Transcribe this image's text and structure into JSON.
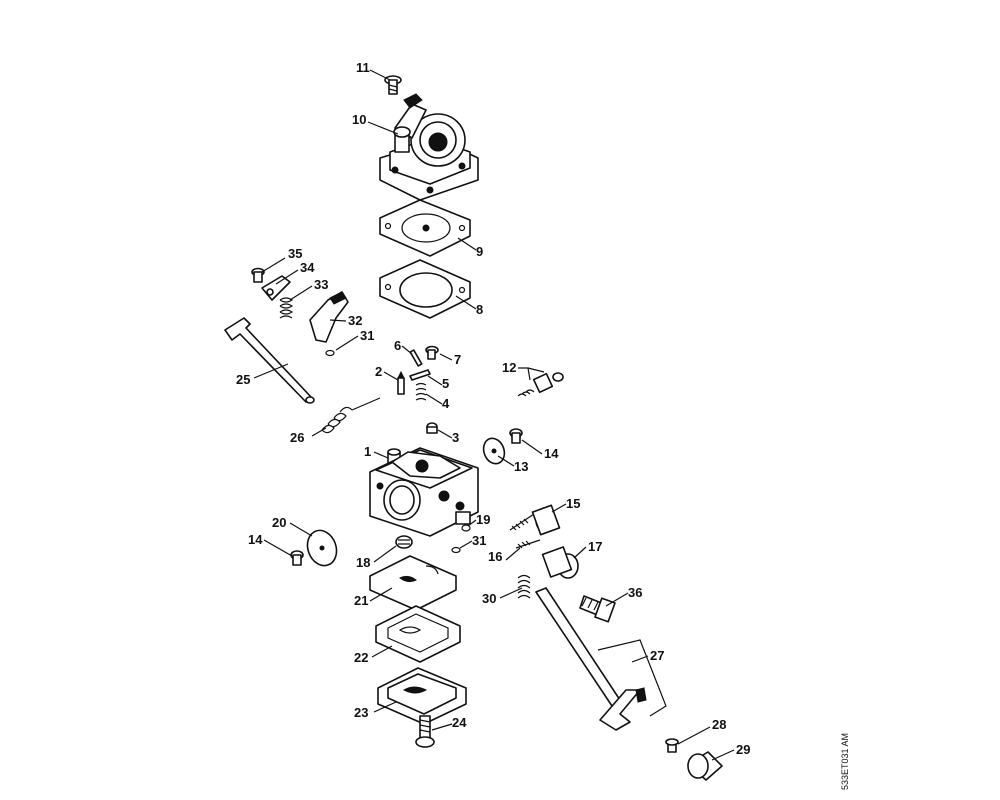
{
  "drawing_code": "533ET031 AM",
  "callouts": [
    {
      "id": "c11",
      "label": "11"
    },
    {
      "id": "c10",
      "label": "10"
    },
    {
      "id": "c9",
      "label": "9"
    },
    {
      "id": "c8",
      "label": "8"
    },
    {
      "id": "c35",
      "label": "35"
    },
    {
      "id": "c34",
      "label": "34"
    },
    {
      "id": "c33",
      "label": "33"
    },
    {
      "id": "c32",
      "label": "32"
    },
    {
      "id": "c31a",
      "label": "31"
    },
    {
      "id": "c25",
      "label": "25"
    },
    {
      "id": "c26",
      "label": "26"
    },
    {
      "id": "c6",
      "label": "6"
    },
    {
      "id": "c7",
      "label": "7"
    },
    {
      "id": "c2",
      "label": "2"
    },
    {
      "id": "c5",
      "label": "5"
    },
    {
      "id": "c4",
      "label": "4"
    },
    {
      "id": "c1",
      "label": "1"
    },
    {
      "id": "c3",
      "label": "3"
    },
    {
      "id": "c12",
      "label": "12"
    },
    {
      "id": "c14a",
      "label": "14"
    },
    {
      "id": "c13",
      "label": "13"
    },
    {
      "id": "c15",
      "label": "15"
    },
    {
      "id": "c19",
      "label": "19"
    },
    {
      "id": "c31b",
      "label": "31"
    },
    {
      "id": "c17",
      "label": "17"
    },
    {
      "id": "c16",
      "label": "16"
    },
    {
      "id": "c20",
      "label": "20"
    },
    {
      "id": "c14b",
      "label": "14"
    },
    {
      "id": "c18",
      "label": "18"
    },
    {
      "id": "c21",
      "label": "21"
    },
    {
      "id": "c30",
      "label": "30"
    },
    {
      "id": "c36",
      "label": "36"
    },
    {
      "id": "c27",
      "label": "27"
    },
    {
      "id": "c22",
      "label": "22"
    },
    {
      "id": "c23",
      "label": "23"
    },
    {
      "id": "c24",
      "label": "24"
    },
    {
      "id": "c28",
      "label": "28"
    },
    {
      "id": "c29",
      "label": "29"
    }
  ]
}
